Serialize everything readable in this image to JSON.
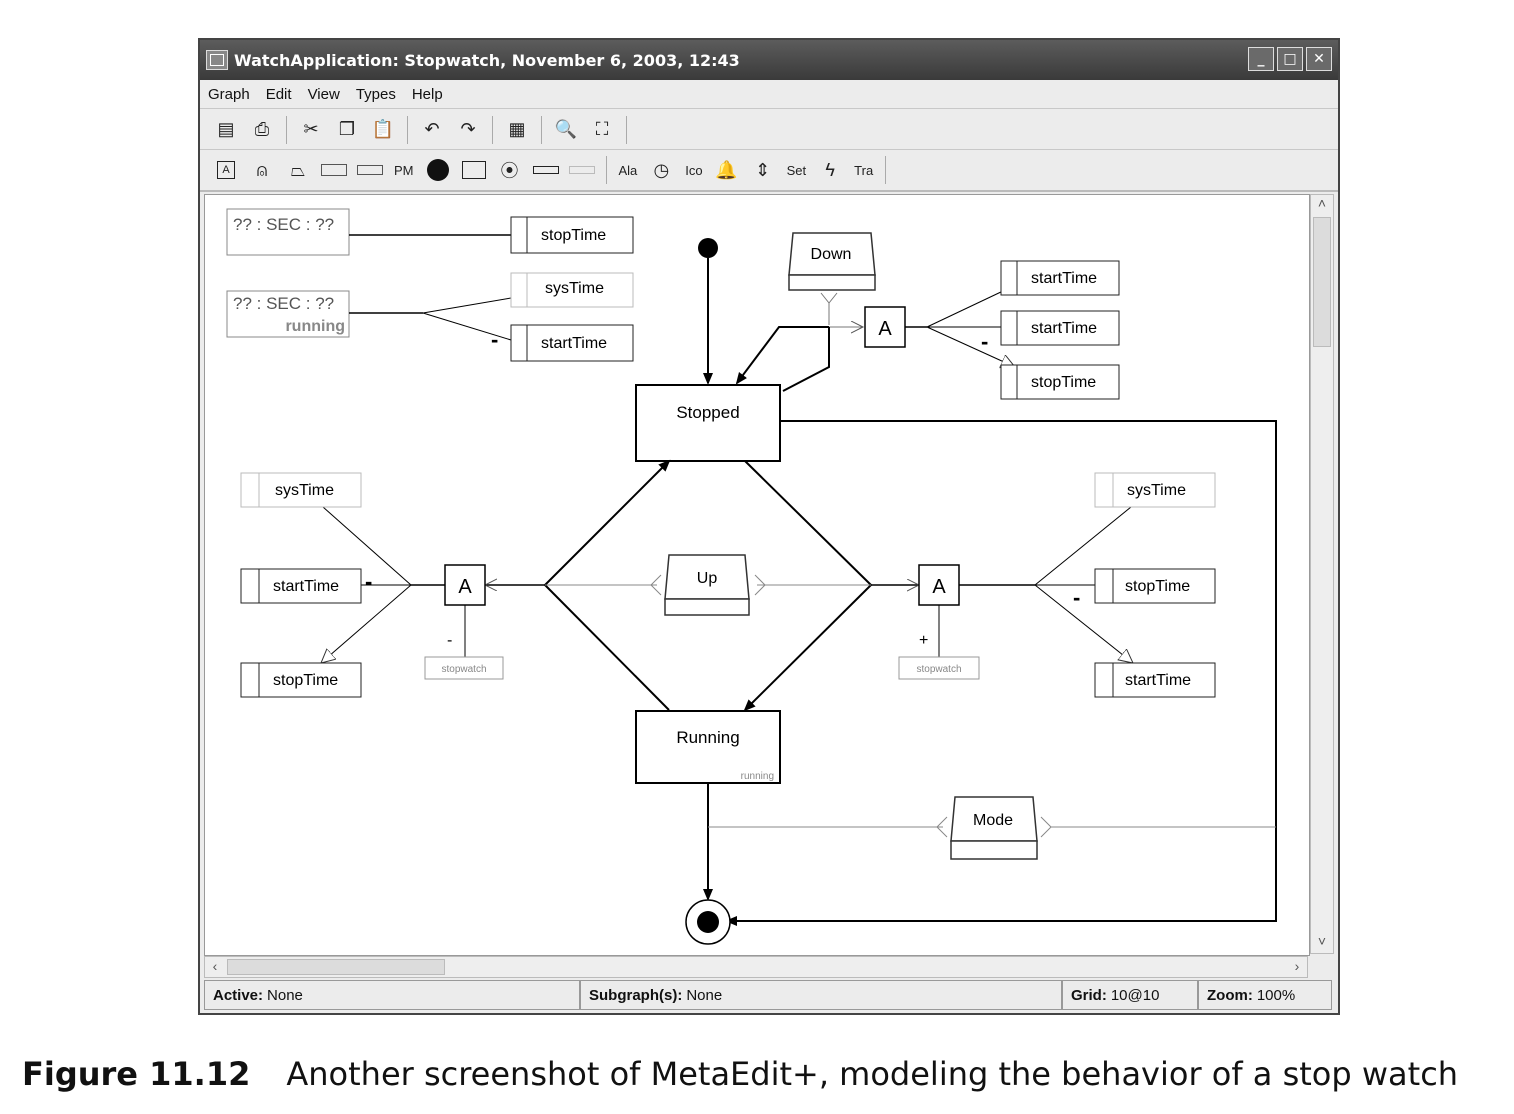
{
  "window": {
    "title": "WatchApplication: Stopwatch, November 6, 2003, 12:43",
    "controls": [
      "_",
      "□",
      "✕"
    ]
  },
  "menu": [
    "Graph",
    "Edit",
    "View",
    "Types",
    "Help"
  ],
  "toolbar_icons": [
    "properties-icon",
    "print-icon",
    "cut-icon",
    "copy-icon",
    "paste-icon",
    "undo-icon",
    "redo-icon",
    "table-icon",
    "zoom-icon",
    "fit-icon"
  ],
  "type_palette": {
    "items": [
      "PM",
      "Ala",
      "Ico",
      "Set",
      "Tra"
    ]
  },
  "diagram": {
    "states": {
      "stopped": "Stopped",
      "running": "Running",
      "running_sub": "running"
    },
    "events": {
      "down": "Down",
      "up": "Up",
      "mode": "Mode"
    },
    "action_label": "A",
    "display": {
      "line1": "?? : SEC : ??",
      "line2": "?? : SEC : ??",
      "running": "running"
    },
    "vars": {
      "stopTime": "stopTime",
      "sysTime": "sysTime",
      "startTime": "startTime"
    },
    "signs": {
      "minus": "-",
      "plus": "+"
    },
    "stopwatch": "stopwatch"
  },
  "status": {
    "active_label": "Active:",
    "active_value": "None",
    "subgraph_label": "Subgraph(s):",
    "subgraph_value": "None",
    "grid_label": "Grid:",
    "grid_value": "10@10",
    "zoom_label": "Zoom:",
    "zoom_value": "100%"
  },
  "caption": {
    "number": "Figure 11.12",
    "text": "Another screenshot of MetaEdit+, modeling the behavior of a stop watch"
  }
}
